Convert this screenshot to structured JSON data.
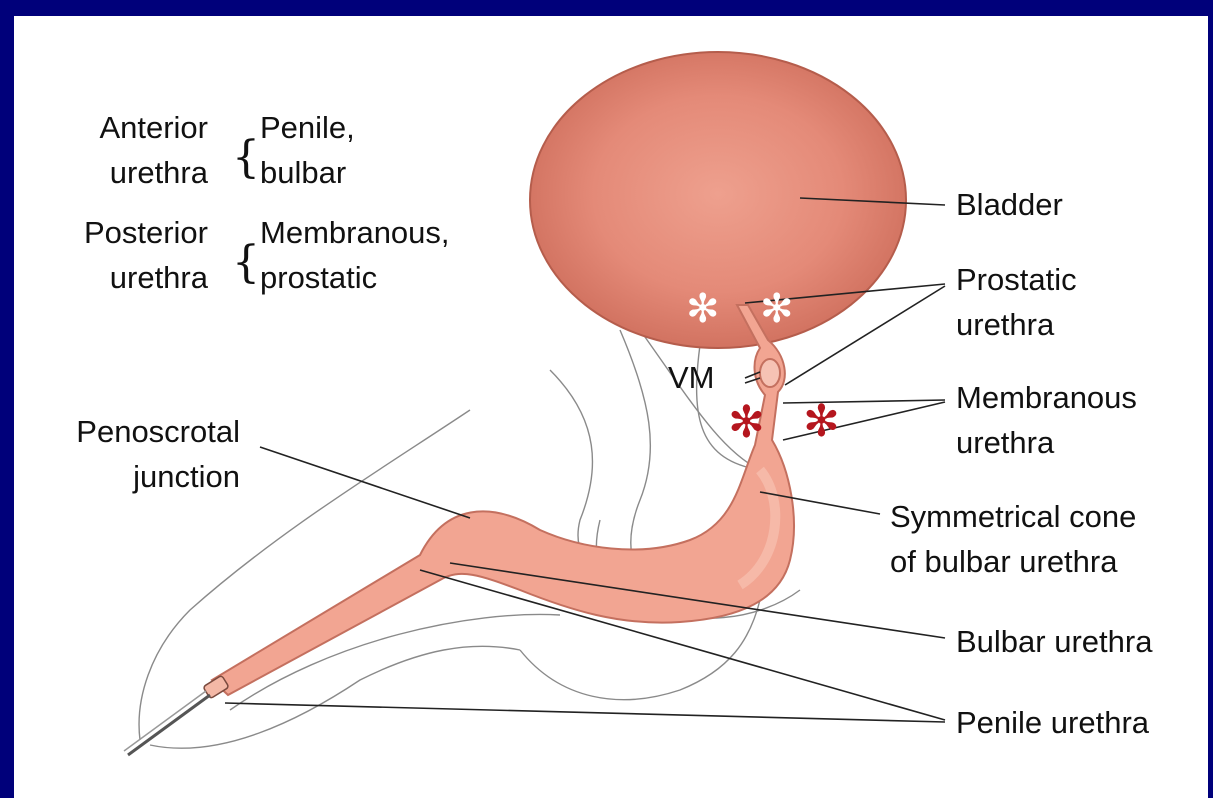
{
  "legend": {
    "anterior": {
      "line1": "Anterior",
      "line2": "urethra",
      "parts1": "Penile,",
      "parts2": "bulbar"
    },
    "posterior": {
      "line1": "Posterior",
      "line2": "urethra",
      "parts1": "Membranous,",
      "parts2": "prostatic"
    }
  },
  "labels": {
    "bladder": "Bladder",
    "prostatic1": "Prostatic",
    "prostatic2": "urethra",
    "vm": "VM",
    "membranous1": "Membranous",
    "membranous2": "urethra",
    "penoscrotal1": "Penoscrotal",
    "penoscrotal2": "junction",
    "cone1": "Symmetrical cone",
    "cone2": "of bulbar urethra",
    "bulbar": "Bulbar urethra",
    "penile": "Penile urethra"
  },
  "colors": {
    "frame": "#00007a",
    "bladder": "#e58a7a",
    "urethra": "#f2a592",
    "star_white": "#ffffff",
    "star_red": "#b5161e"
  },
  "markers": {
    "asterisk": "✻"
  }
}
